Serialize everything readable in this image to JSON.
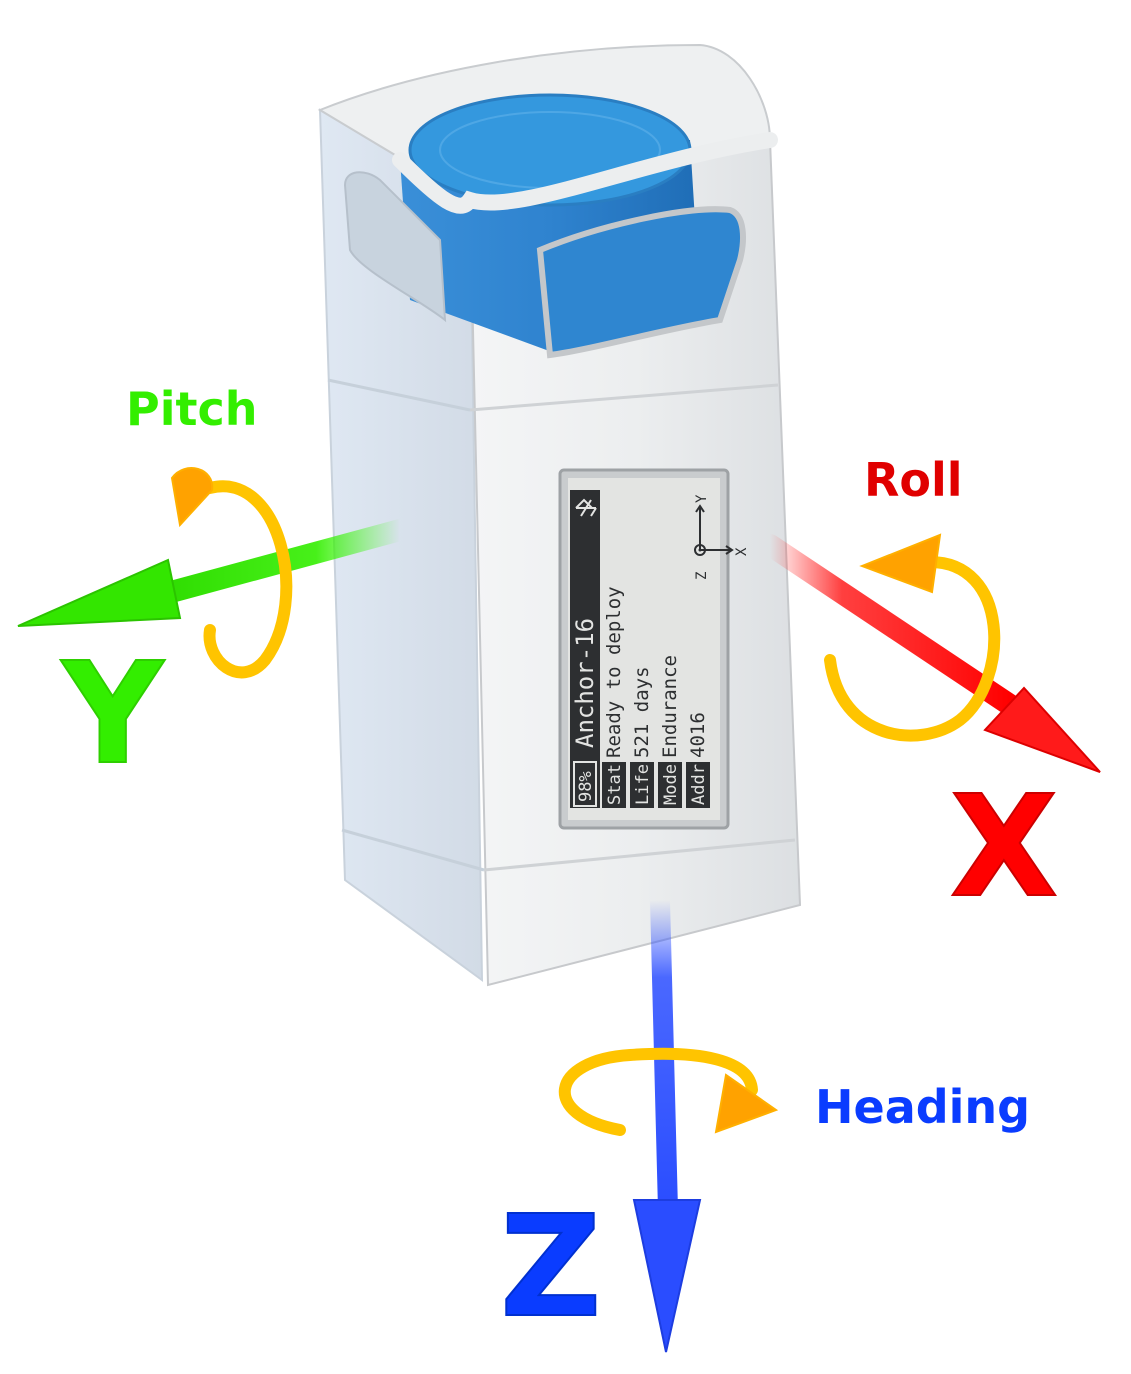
{
  "diagram": {
    "axes": {
      "x": {
        "letter": "X",
        "rotation": "Roll",
        "color": "#ff0000",
        "label_color": "#e00000"
      },
      "y": {
        "letter": "Y",
        "rotation": "Pitch",
        "color": "#33ff00",
        "label_color": "#33ee00"
      },
      "z": {
        "letter": "Z",
        "rotation": "Heading",
        "color": "#2a4dff",
        "label_color": "#0a3cff"
      }
    },
    "rotation_arrow_color": "#ffc400",
    "device": {
      "body_color": "#e6e8ea",
      "cap_color": "#2f8fd6",
      "screen": {
        "battery": "98%",
        "title": "Anchor-16",
        "bluetooth_icon": "bluetooth-icon",
        "rows": [
          {
            "key": "Stat",
            "value": "Ready to deploy"
          },
          {
            "key": "Life",
            "value": "521 days"
          },
          {
            "key": "Mode",
            "value": "Endurance"
          },
          {
            "key": "Addr",
            "value": "4016"
          }
        ],
        "mini_axes": {
          "y": "Y",
          "x": "X",
          "z": "Z"
        }
      }
    }
  }
}
